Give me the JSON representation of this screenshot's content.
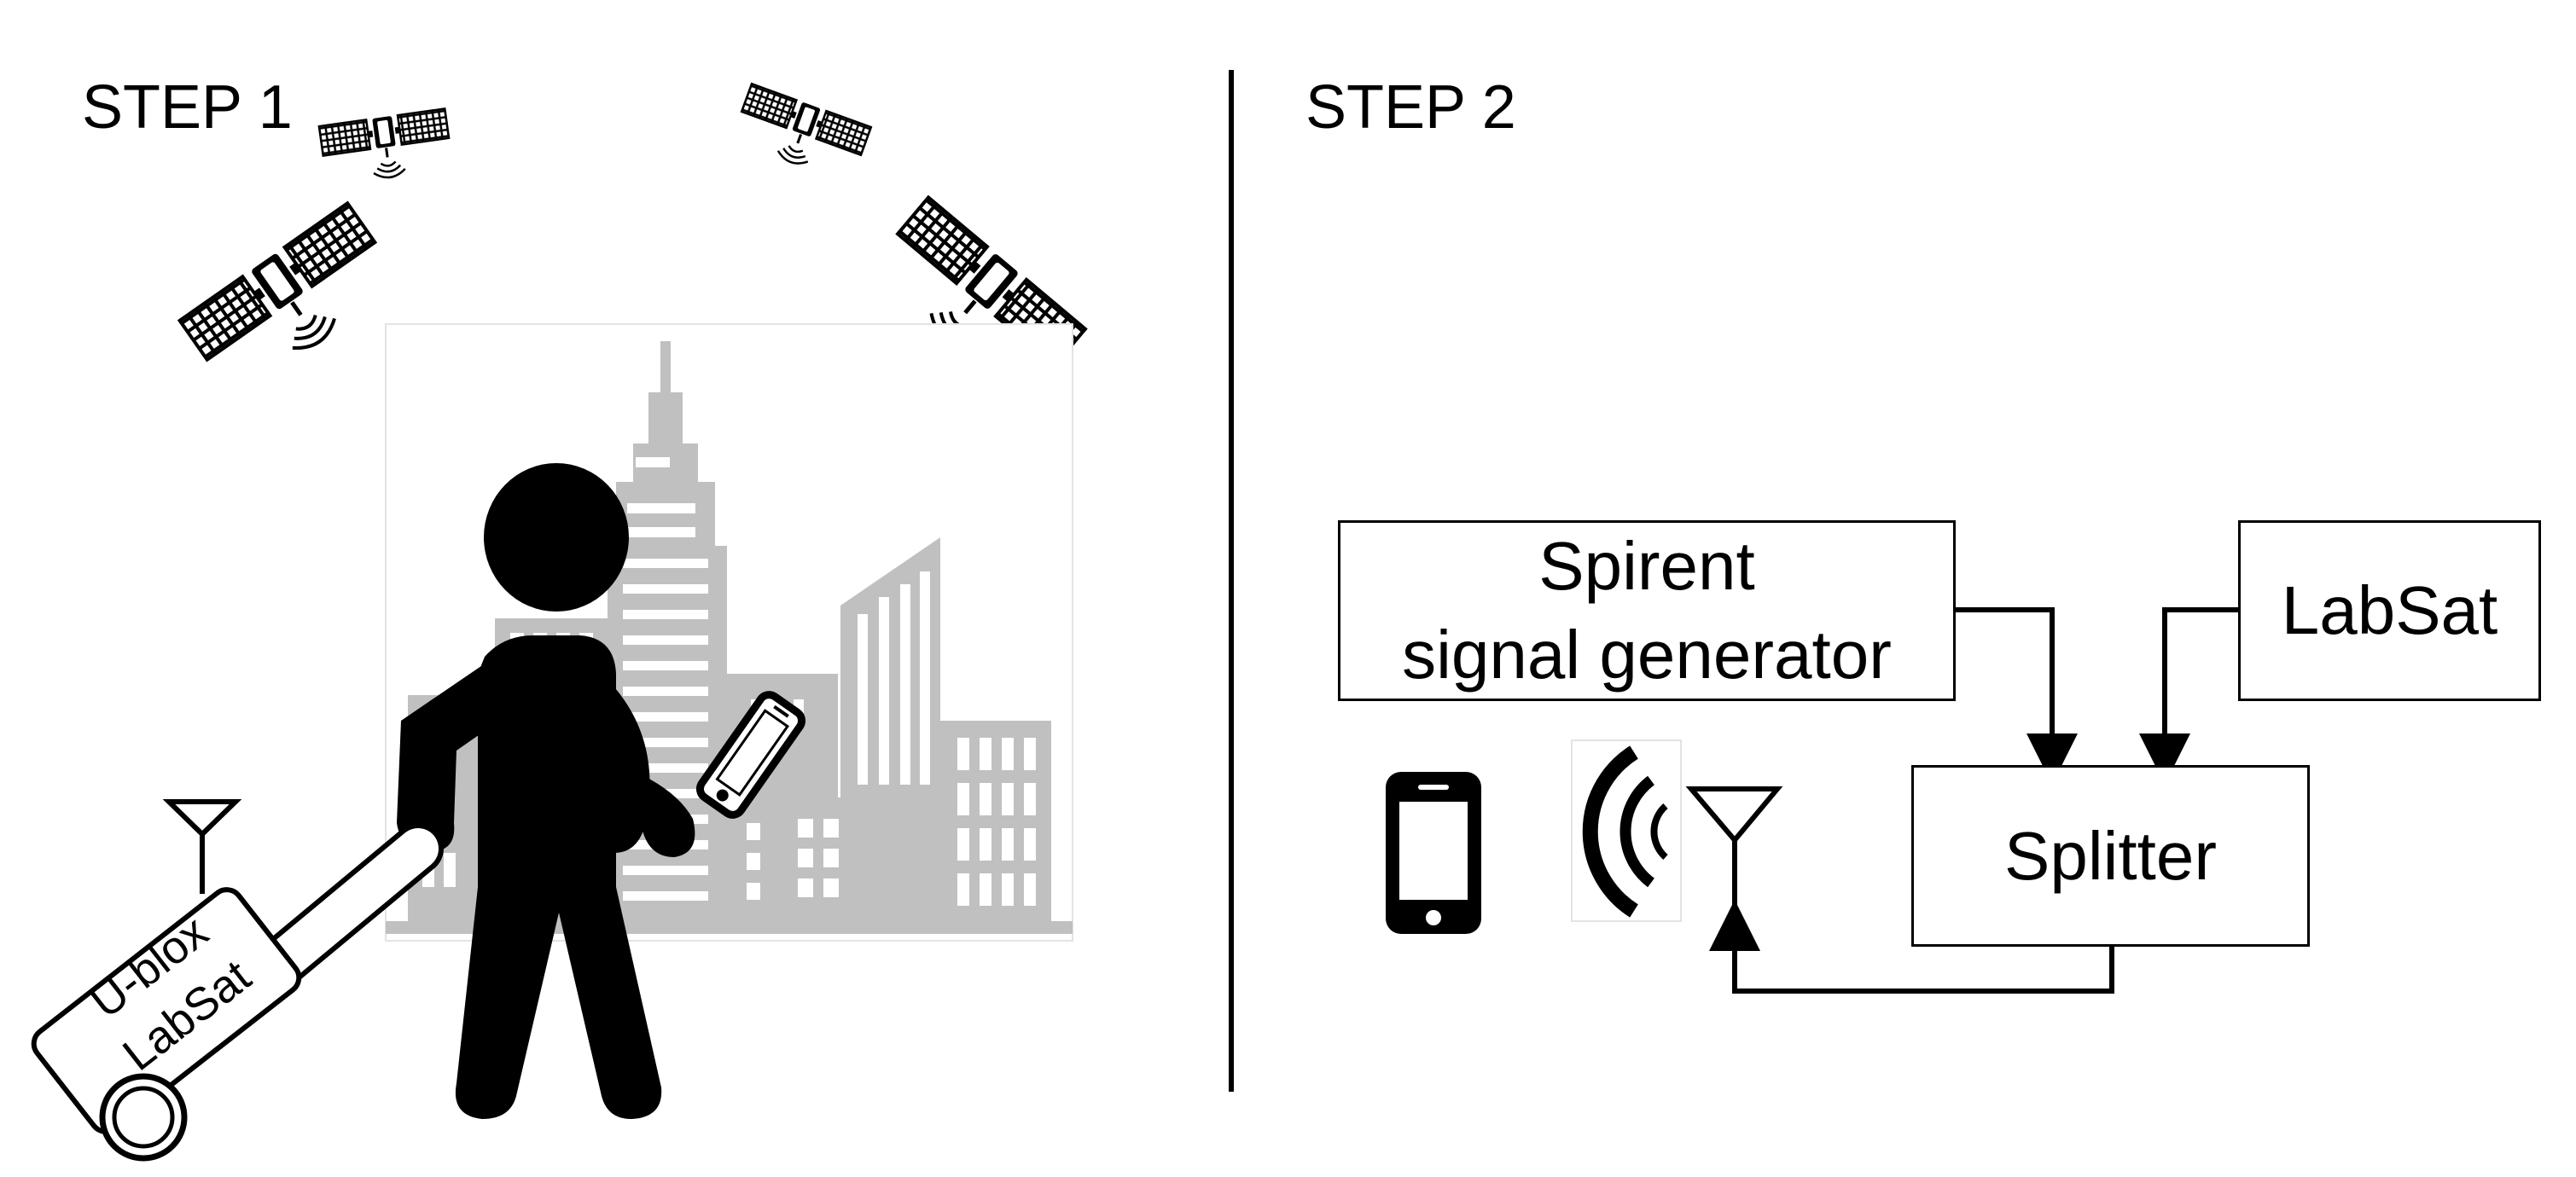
{
  "step1": {
    "label": "STEP 1"
  },
  "step2": {
    "label": "STEP 2"
  },
  "suitcase": {
    "line1": "U-blox",
    "line2": "LabSat"
  },
  "diagram": {
    "spirent": {
      "line1": "Spirent",
      "line2": "signal generator"
    },
    "labsat": {
      "label": "LabSat"
    },
    "splitter": {
      "label": "Splitter"
    }
  },
  "colors": {
    "building": "#c0c0c0",
    "ink": "#000000",
    "background": "#ffffff"
  },
  "icons": [
    "satellite-icon",
    "city-skyline-icon",
    "person-icon",
    "smartphone-icon",
    "antenna-icon",
    "wireless-signal-icon",
    "suitcase-icon"
  ]
}
